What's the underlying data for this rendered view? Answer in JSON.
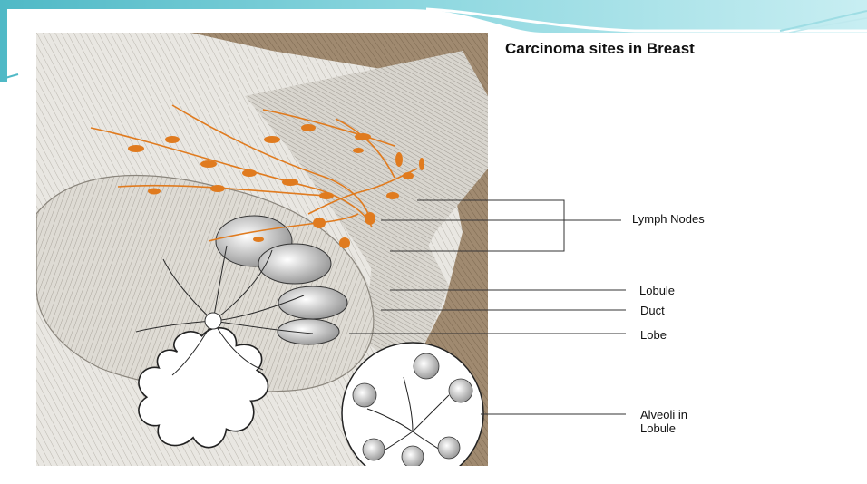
{
  "diagram": {
    "title": "Carcinoma sites in Breast",
    "labels": {
      "lymph_nodes": "Lymph Nodes",
      "lobule": "Lobule",
      "duct": "Duct",
      "lobe": "Lobe",
      "alveoli_line1": "Alveoli in",
      "alveoli_line2": "Lobule"
    }
  },
  "colors": {
    "accent_teal": "#5ec4cf",
    "lymph_orange": "#e07b1f",
    "tissue_tan": "#a08a70"
  }
}
